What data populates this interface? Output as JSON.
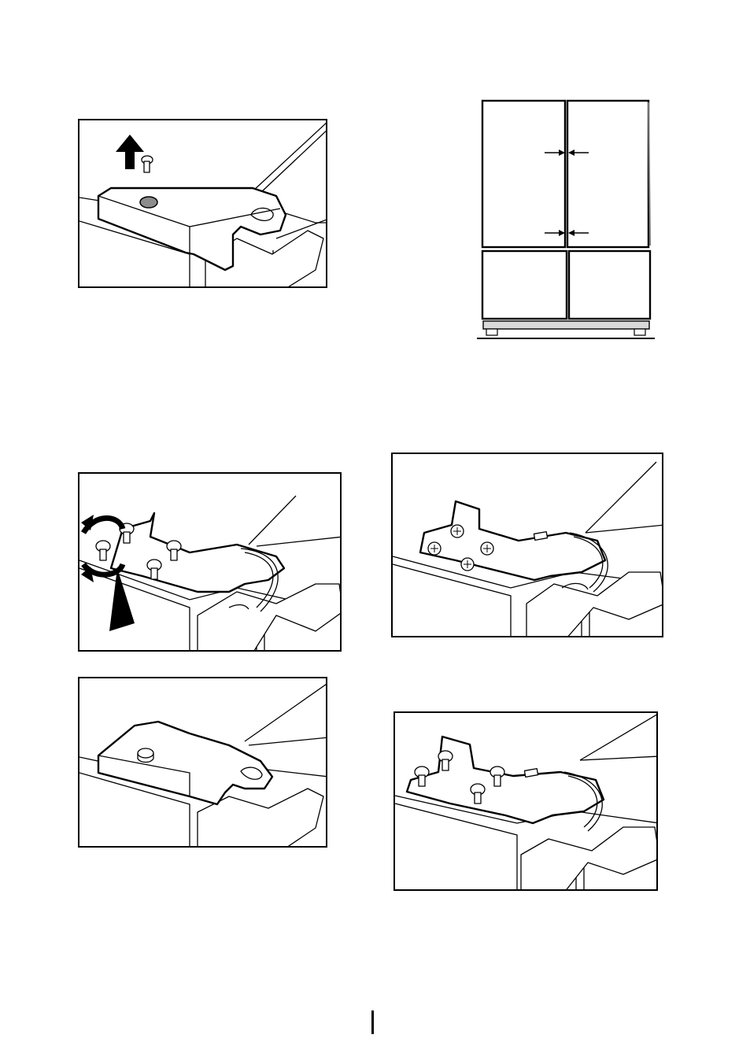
{
  "page": {
    "figures": [
      {
        "id": "fig-remove-hinge-cover",
        "icon": "hinge-cover-lift-arrow"
      },
      {
        "id": "fig-door-alignment",
        "icon": "fridge-front-gap-arrows"
      },
      {
        "id": "fig-unscrew-hinge",
        "icon": "hinge-screws-rotate-arrows"
      },
      {
        "id": "fig-hinge-reassembled",
        "icon": "hinge-plate-screws"
      },
      {
        "id": "fig-hinge-cover-refitted",
        "icon": "hinge-cover-closed"
      },
      {
        "id": "fig-hinge-adjust-screws",
        "icon": "hinge-plate-raised-screws"
      }
    ],
    "page_marker": "|"
  },
  "colors": {
    "line": "#000000",
    "base": "#d9d9d9",
    "knob": "#8c8c8c"
  }
}
